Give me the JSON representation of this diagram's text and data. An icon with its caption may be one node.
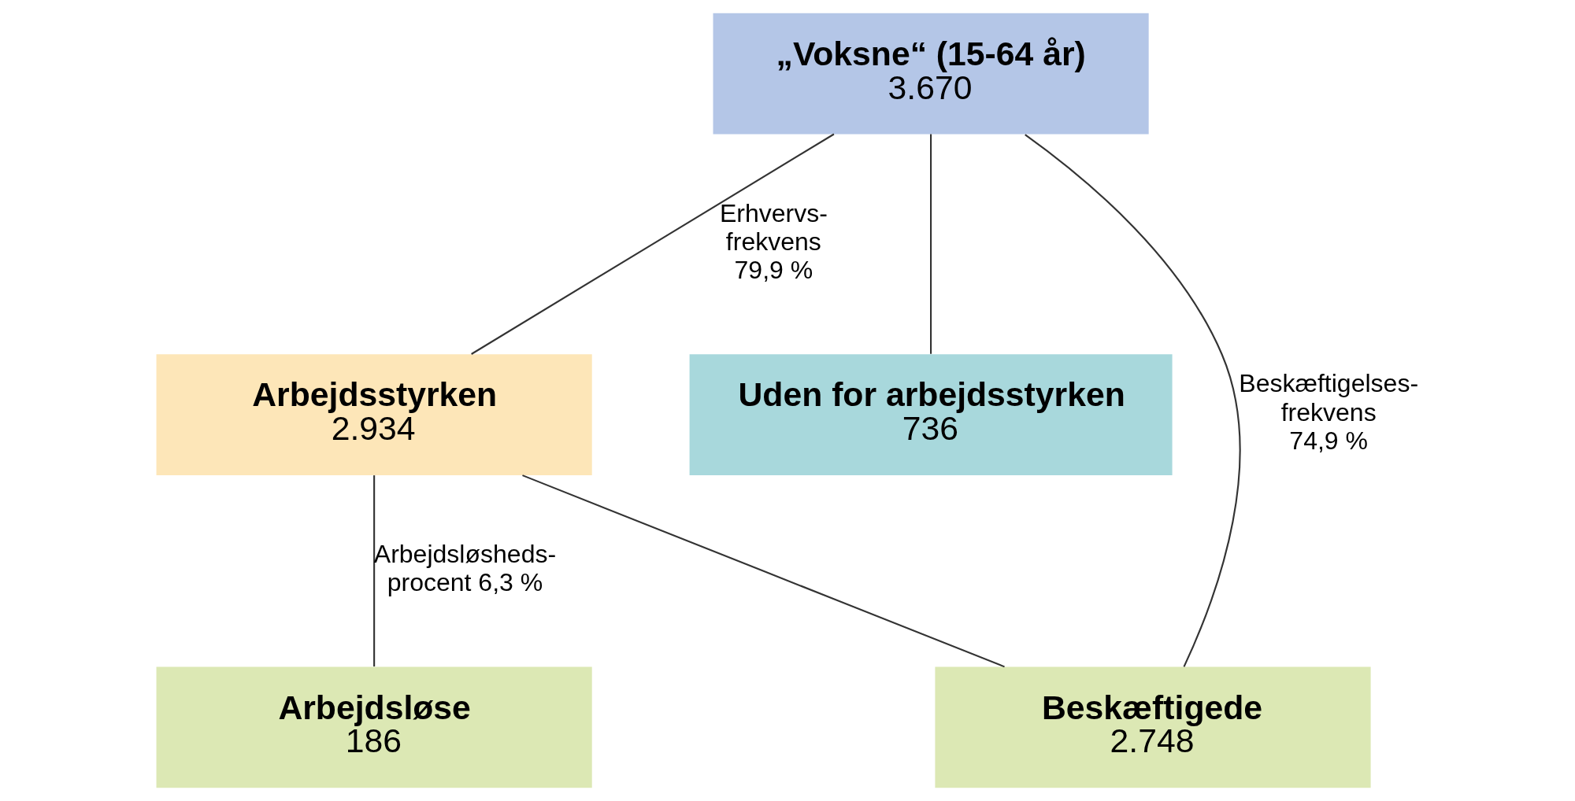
{
  "diagram": {
    "nodes": [
      {
        "text": [
          "„Voksne“ (15-64 år)",
          "3.670"
        ]
      },
      {
        "text": [
          "Arbejdsstyrken",
          "2.934"
        ]
      },
      {
        "text": [
          "Uden for arbejdsstyrken",
          "736"
        ]
      },
      {
        "text": [
          "Arbejdsløse",
          "186"
        ]
      },
      {
        "text": [
          "Beskæftigede",
          "2.748"
        ]
      }
    ],
    "edges": [
      {
        "from": 0,
        "to": 1,
        "arrow": "none",
        "label": "Erhvervs- frekvens 79,9 %"
      },
      {
        "from": 0,
        "to": 4,
        "arrow": "none",
        "label": "Beskæftigelses- frekvens 74,9 %"
      },
      {
        "from": 0,
        "to": 2,
        "arrow": "none"
      },
      {
        "from": 1,
        "to": 3,
        "arrow": "none",
        "label": "Arbejdsløsheds- procent 6,3 %"
      },
      {
        "from": 1,
        "to": 4,
        "arrow": "none"
      }
    ]
  }
}
